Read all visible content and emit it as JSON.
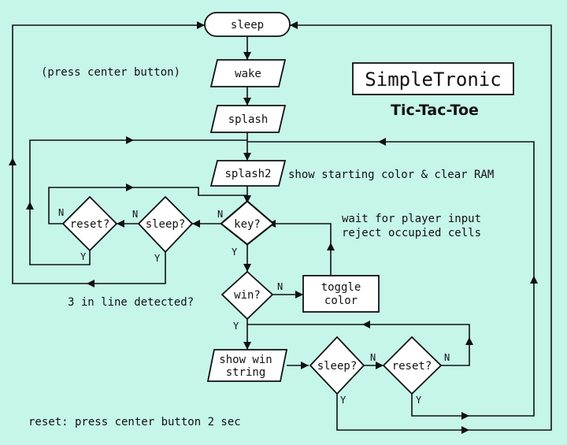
{
  "title": {
    "brand": "SimpleTronic",
    "subtitle": "Tic-Tac-Toe"
  },
  "nodes": {
    "sleep_top": "sleep",
    "wake": "wake",
    "splash": "splash",
    "splash2": "splash2",
    "key": "key?",
    "sleep_mid": "sleep?",
    "reset_mid": "reset?",
    "win": "win?",
    "toggle_line1": "toggle",
    "toggle_line2": "color",
    "showwin_line1": "show win",
    "showwin_line2": "string",
    "sleep_bot": "sleep?",
    "reset_bot": "reset?"
  },
  "annotations": {
    "press_center": "(press center button)",
    "splash2_note": "show starting color & clear RAM",
    "wait_input": "wait for player input",
    "reject_cells": "reject occupied cells",
    "three_in_line": "3 in line detected?",
    "reset_note": "reset: press center button 2 sec"
  },
  "branch_labels": {
    "key_n": "N",
    "key_y": "Y",
    "sleep_mid_n": "N",
    "sleep_mid_y": "Y",
    "reset_mid_n": "N",
    "reset_mid_y": "Y",
    "win_n": "N",
    "win_y": "Y",
    "sleep_bot_n": "N",
    "sleep_bot_y": "Y",
    "reset_bot_n": "N",
    "reset_bot_y": "Y"
  },
  "colors": {
    "background": "#c6f5ea",
    "shape_fill": "#ffffff",
    "line": "#111111"
  }
}
